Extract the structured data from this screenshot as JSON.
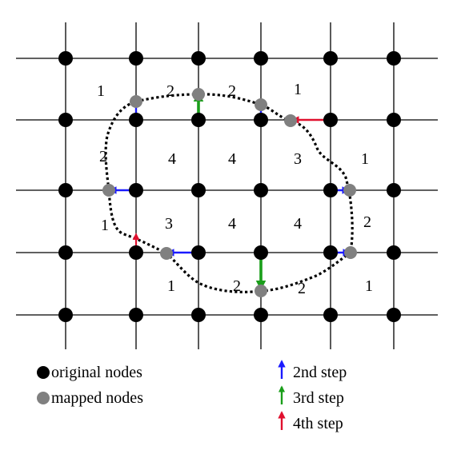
{
  "colors": {
    "grid": "#000000",
    "original_node": "#000000",
    "mapped_node": "#808080",
    "step2": "#1a1aff",
    "step3": "#1a9e1a",
    "step4": "#e0102e",
    "boundary": "#000000"
  },
  "cell_labels": [
    "1",
    "2",
    "2",
    "1",
    "2",
    "4",
    "4",
    "3",
    "1",
    "1",
    "3",
    "4",
    "4",
    "2",
    "1",
    "2",
    "2",
    "1"
  ],
  "legend": {
    "original_label": "original nodes",
    "mapped_label": "mapped nodes",
    "step2_label": "2nd step",
    "step3_label": "3rd step",
    "step4_label": "4th step"
  }
}
